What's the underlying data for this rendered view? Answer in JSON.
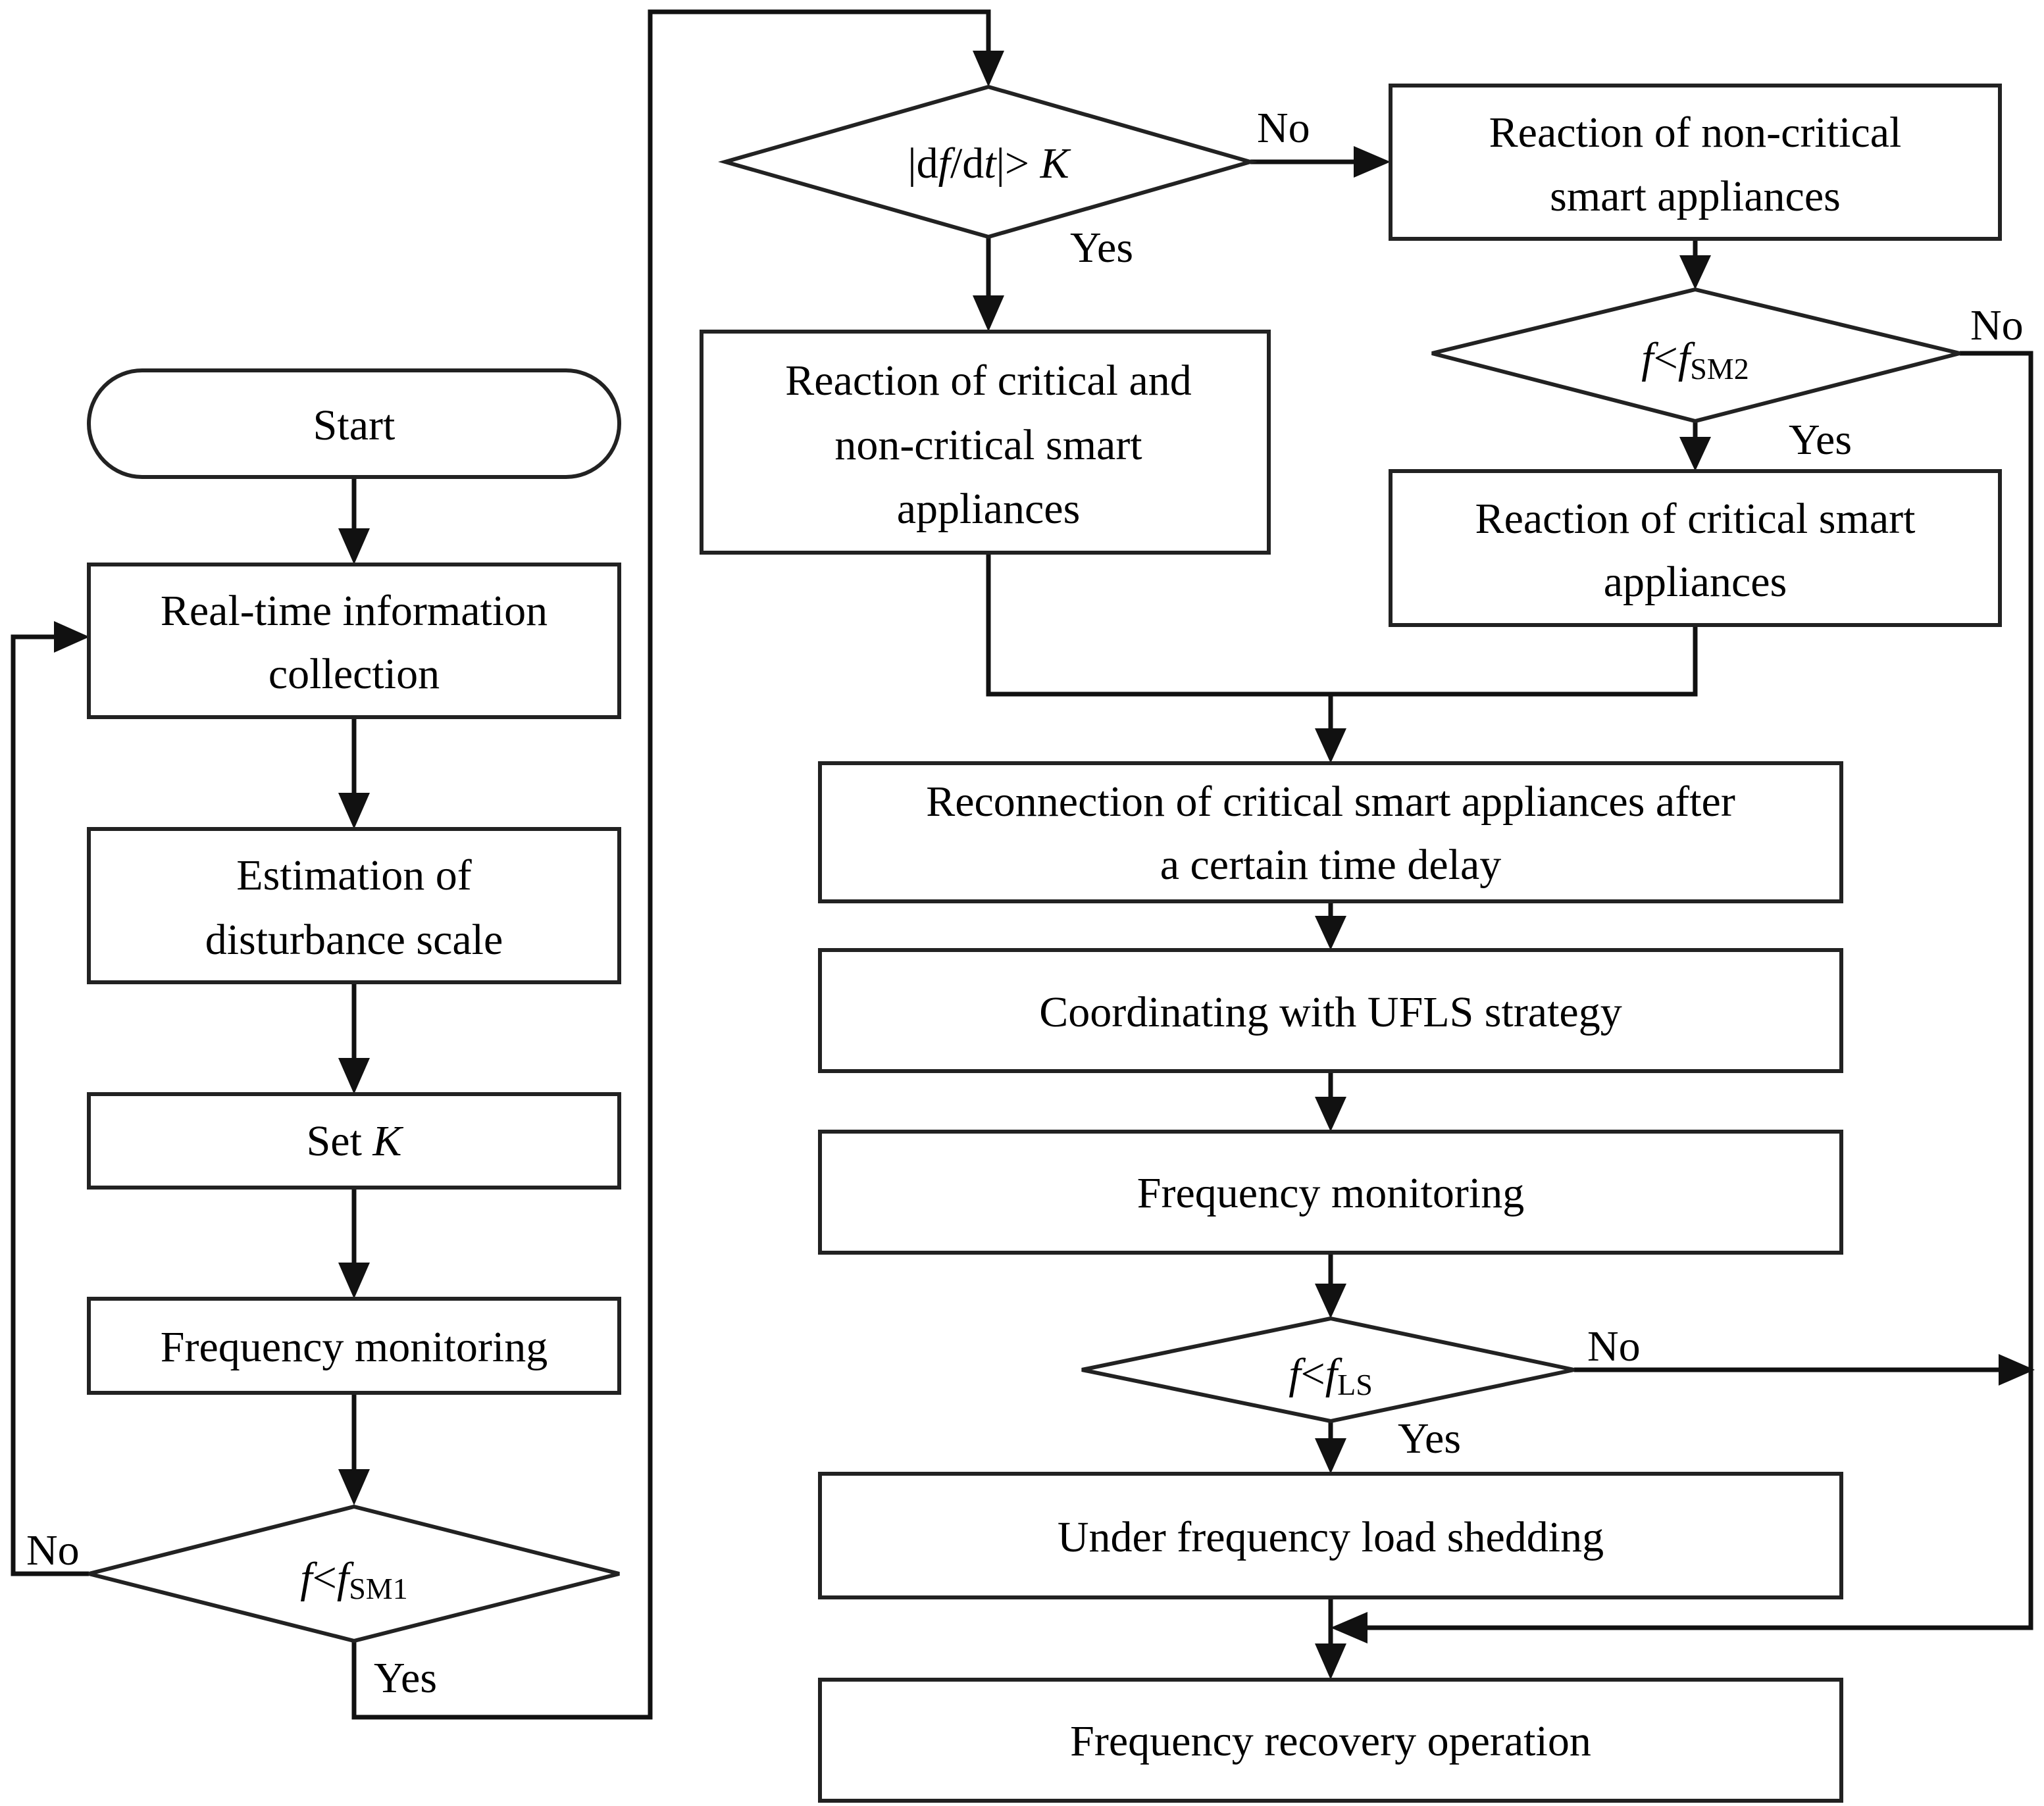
{
  "diagram": {
    "nodes": {
      "start": {
        "label": "Start"
      },
      "info": {
        "lines": [
          "Real-time information",
          "collection"
        ]
      },
      "estimate": {
        "lines": [
          "Estimation of",
          "disturbance scale"
        ]
      },
      "set_k": {
        "label": "Set ",
        "var": "K"
      },
      "monitor1": {
        "label": "Frequency monitoring"
      },
      "decision1": {
        "var": "f",
        "op": "<",
        "var2": "f",
        "sub": "SM1"
      },
      "decision_dfdt": {
        "pre": "|d",
        "var": "f",
        "mid": "/d",
        "var_t": "t",
        "post": "|> ",
        "var_k": "K"
      },
      "react_both": {
        "lines": [
          "Reaction of critical and",
          "non-critical smart",
          "appliances"
        ]
      },
      "react_noncrit": {
        "lines": [
          "Reaction of non-critical",
          "smart appliances"
        ]
      },
      "decision2": {
        "var": "f",
        "op": "<",
        "var2": "f",
        "sub": "SM2"
      },
      "react_crit": {
        "lines": [
          "Reaction of critical smart",
          "appliances"
        ]
      },
      "reconnect": {
        "lines": [
          "Reconnection of critical smart appliances after",
          "a certain time delay"
        ]
      },
      "coordinate": {
        "label": "Coordinating with UFLS strategy"
      },
      "monitor2": {
        "label": "Frequency monitoring"
      },
      "decision3": {
        "var": "f",
        "op": "<",
        "var2": "f",
        "sub": "LS"
      },
      "ufls": {
        "label": "Under frequency load shedding"
      },
      "recovery": {
        "label": "Frequency recovery operation"
      }
    },
    "edge_labels": {
      "d1_no": "No",
      "d1_yes": "Yes",
      "dfdt_no": "No",
      "dfdt_yes": "Yes",
      "d2_no": "No",
      "d2_yes": "Yes",
      "d3_no": "No",
      "d3_yes": "Yes"
    },
    "colors": {
      "stroke": "#222222",
      "text": "#000000",
      "background": "#ffffff"
    }
  }
}
